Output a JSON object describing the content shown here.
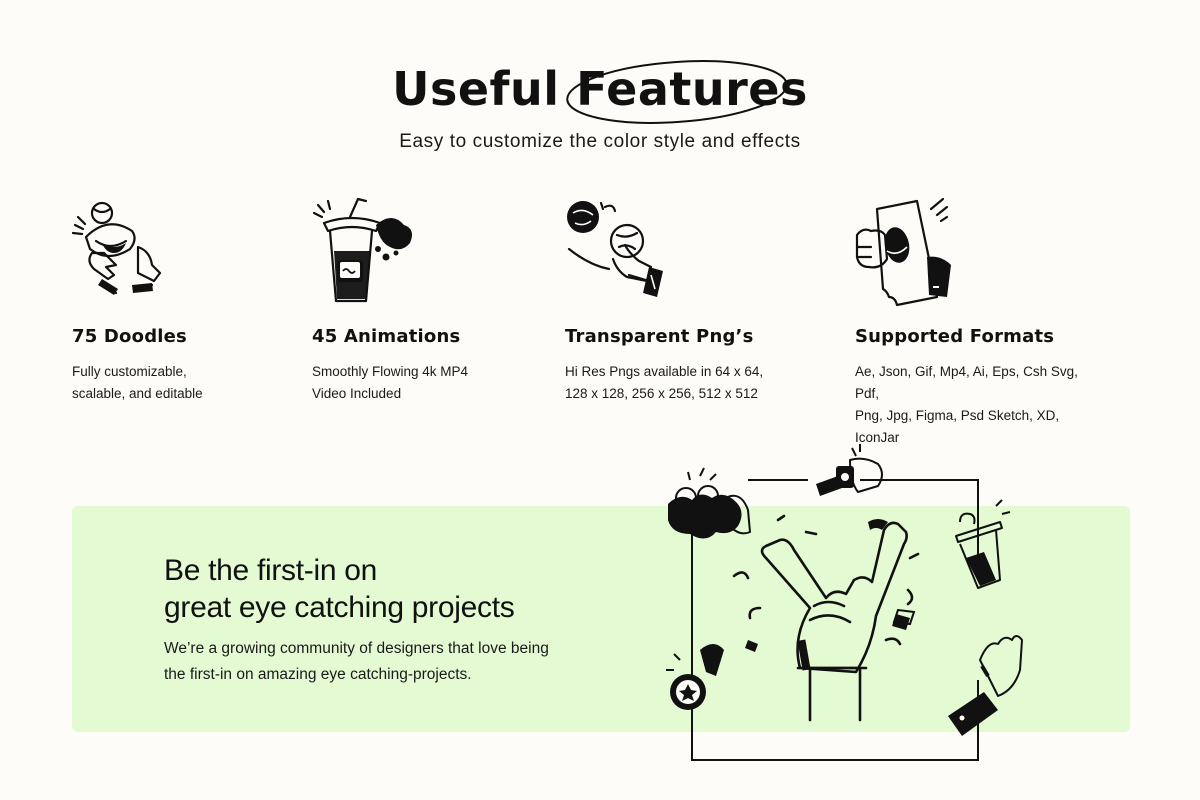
{
  "header": {
    "title_part1": "Useful",
    "title_part2": "Features",
    "subtitle": "Easy to customize the color style and effects"
  },
  "features": [
    {
      "icon": "hands-with-bowl-doodle",
      "title": "75 Doodles",
      "line1": "Fully customizable,",
      "line2": "scalable, and editable"
    },
    {
      "icon": "spilling-drink-cup-doodle",
      "title": "45 Animations",
      "line1": "Smoothly Flowing 4k MP4",
      "line2": "Video Included"
    },
    {
      "icon": "hand-holding-ball-doodle",
      "title": "Transparent Png’s",
      "line1": "Hi Res Pngs available in 64 x 64,",
      "line2": "128 x 128, 256 x 256, 512 x 512"
    },
    {
      "icon": "hand-holding-ticket-doodle",
      "title": "Supported Formats",
      "line1": "Ae, Json, Gif, Mp4, Ai, Eps, Csh Svg, Pdf,",
      "line2": "Png, Jpg, Figma, Psd Sketch, XD, IconJar"
    }
  ],
  "cta": {
    "heading_line1": "Be the first-in on",
    "heading_line2": "great eye catching projects",
    "body_line1": "We’re a growing community of designers that love being",
    "body_line2": "the first-in on amazing eye catching-projects.",
    "background": "#e3fad3"
  },
  "artwork": {
    "main_icon": "rock-on-hand-icon",
    "satellite_icons": [
      "balls-and-bag-icon",
      "wristwatch-hand-icon",
      "drink-cup-icon",
      "medal-icon",
      "waving-hand-icon"
    ]
  }
}
